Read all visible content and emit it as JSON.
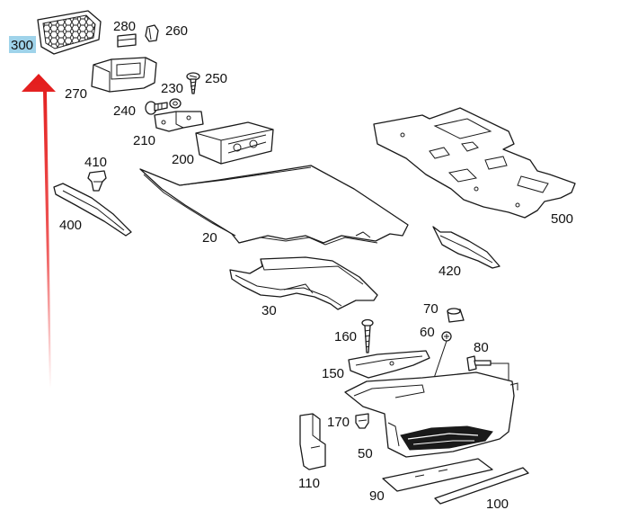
{
  "highlight": {
    "label": "300",
    "color": "#9fd3ea"
  },
  "arrow": {
    "color": "#e31b1b"
  },
  "parts": [
    {
      "id": "p280",
      "label": "280"
    },
    {
      "id": "p260",
      "label": "260"
    },
    {
      "id": "p270",
      "label": "270"
    },
    {
      "id": "p250",
      "label": "250"
    },
    {
      "id": "p230",
      "label": "230"
    },
    {
      "id": "p240",
      "label": "240"
    },
    {
      "id": "p210",
      "label": "210"
    },
    {
      "id": "p200",
      "label": "200"
    },
    {
      "id": "p410",
      "label": "410"
    },
    {
      "id": "p400",
      "label": "400"
    },
    {
      "id": "p20",
      "label": "20"
    },
    {
      "id": "p500",
      "label": "500"
    },
    {
      "id": "p420",
      "label": "420"
    },
    {
      "id": "p30",
      "label": "30"
    },
    {
      "id": "p70",
      "label": "70"
    },
    {
      "id": "p160",
      "label": "160"
    },
    {
      "id": "p60",
      "label": "60"
    },
    {
      "id": "p80",
      "label": "80"
    },
    {
      "id": "p150",
      "label": "150"
    },
    {
      "id": "p170",
      "label": "170"
    },
    {
      "id": "p50",
      "label": "50"
    },
    {
      "id": "p110",
      "label": "110"
    },
    {
      "id": "p90",
      "label": "90"
    },
    {
      "id": "p100",
      "label": "100"
    }
  ]
}
